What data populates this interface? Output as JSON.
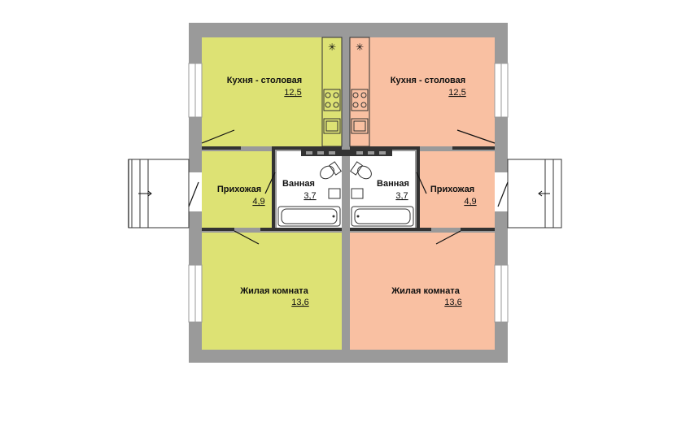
{
  "colors": {
    "left_fill": "#dde274",
    "right_fill": "#f9c0a2",
    "wall": "#9a9a9a"
  },
  "left": {
    "kitchen": {
      "name": "Кухня - столовая",
      "area": "12,5"
    },
    "hall": {
      "name": "Прихожая",
      "area": "4,9"
    },
    "bath": {
      "name": "Ванная",
      "area": "3,7"
    },
    "living": {
      "name": "Жилая комната",
      "area": "13,6"
    }
  },
  "right": {
    "kitchen": {
      "name": "Кухня - столовая",
      "area": "12,5"
    },
    "hall": {
      "name": "Прихожая",
      "area": "4,9"
    },
    "bath": {
      "name": "Ванная",
      "area": "3,7"
    },
    "living": {
      "name": "Жилая комната",
      "area": "13,6"
    }
  },
  "icons": [
    "snowflake-icon",
    "stove-icon",
    "sink-icon",
    "toilet-icon",
    "bathtub-icon",
    "entry-arrow-icon"
  ]
}
